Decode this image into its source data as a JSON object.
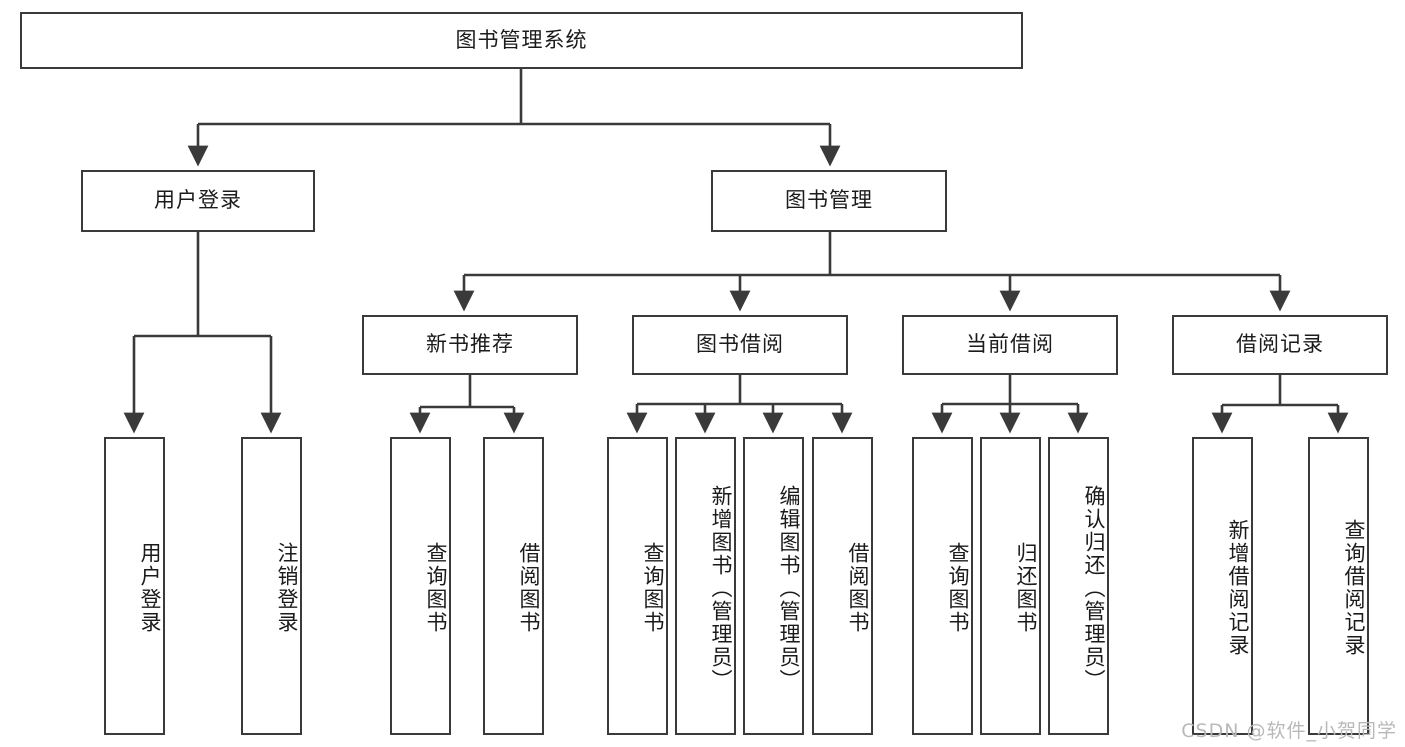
{
  "diagram": {
    "title_node": {
      "label": "图书管理系统"
    },
    "level2": [
      {
        "id": "user-login",
        "label": "用户登录"
      },
      {
        "id": "book-manage",
        "label": "图书管理"
      }
    ],
    "level3": [
      {
        "id": "new-book-recommend",
        "label": "新书推荐"
      },
      {
        "id": "book-borrow",
        "label": "图书借阅"
      },
      {
        "id": "current-borrow",
        "label": "当前借阅"
      },
      {
        "id": "borrow-record",
        "label": "借阅记录"
      }
    ],
    "leaves": {
      "user_login": [
        {
          "id": "leaf-user-login",
          "label": "用户登录"
        },
        {
          "id": "leaf-logout",
          "label": "注销登录"
        }
      ],
      "new_book_recommend": [
        {
          "id": "leaf-query-book-1",
          "label": "查询图书"
        },
        {
          "id": "leaf-borrow-book-1",
          "label": "借阅图书"
        }
      ],
      "book_borrow": [
        {
          "id": "leaf-query-book-2",
          "label": "查询图书"
        },
        {
          "id": "leaf-add-book",
          "label": "新增图书（管理员）"
        },
        {
          "id": "leaf-edit-book",
          "label": "编辑图书（管理员）"
        },
        {
          "id": "leaf-borrow-book-2",
          "label": "借阅图书"
        }
      ],
      "current_borrow": [
        {
          "id": "leaf-query-book-3",
          "label": "查询图书"
        },
        {
          "id": "leaf-return-book",
          "label": "归还图书"
        },
        {
          "id": "leaf-confirm-return",
          "label": "确认归还（管理员）"
        }
      ],
      "borrow_record": [
        {
          "id": "leaf-add-record",
          "label": "新增借阅记录"
        },
        {
          "id": "leaf-query-record",
          "label": "查询借阅记录"
        }
      ]
    }
  },
  "watermark": {
    "text": "CSDN @软件_小贺同学"
  },
  "colors": {
    "stroke": "#3a3a3a",
    "text": "#1b1b1b",
    "background": "#ffffff",
    "watermark": "#b9b9b9"
  }
}
